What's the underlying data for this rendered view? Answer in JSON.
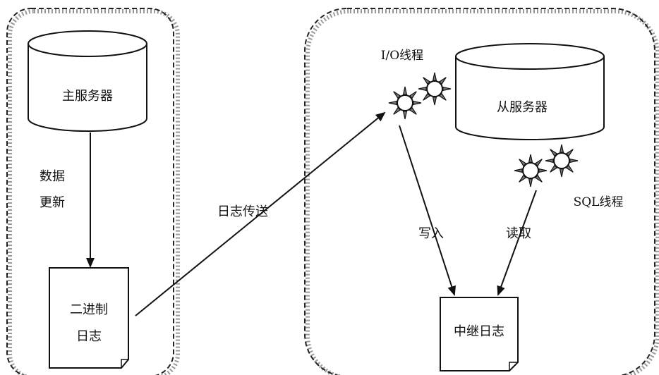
{
  "master": {
    "server_label": "主服务器",
    "update_line1": "数据",
    "update_line2": "更新",
    "binlog_line1": "二进制",
    "binlog_line2": "日志"
  },
  "transfer_label": "日志传送",
  "slave": {
    "io_thread_label": "I/O线程",
    "server_label": "从服务器",
    "sql_thread_label": "SQL线程",
    "write_label": "写入",
    "read_label": "读取",
    "relay_log_label": "中继日志"
  }
}
